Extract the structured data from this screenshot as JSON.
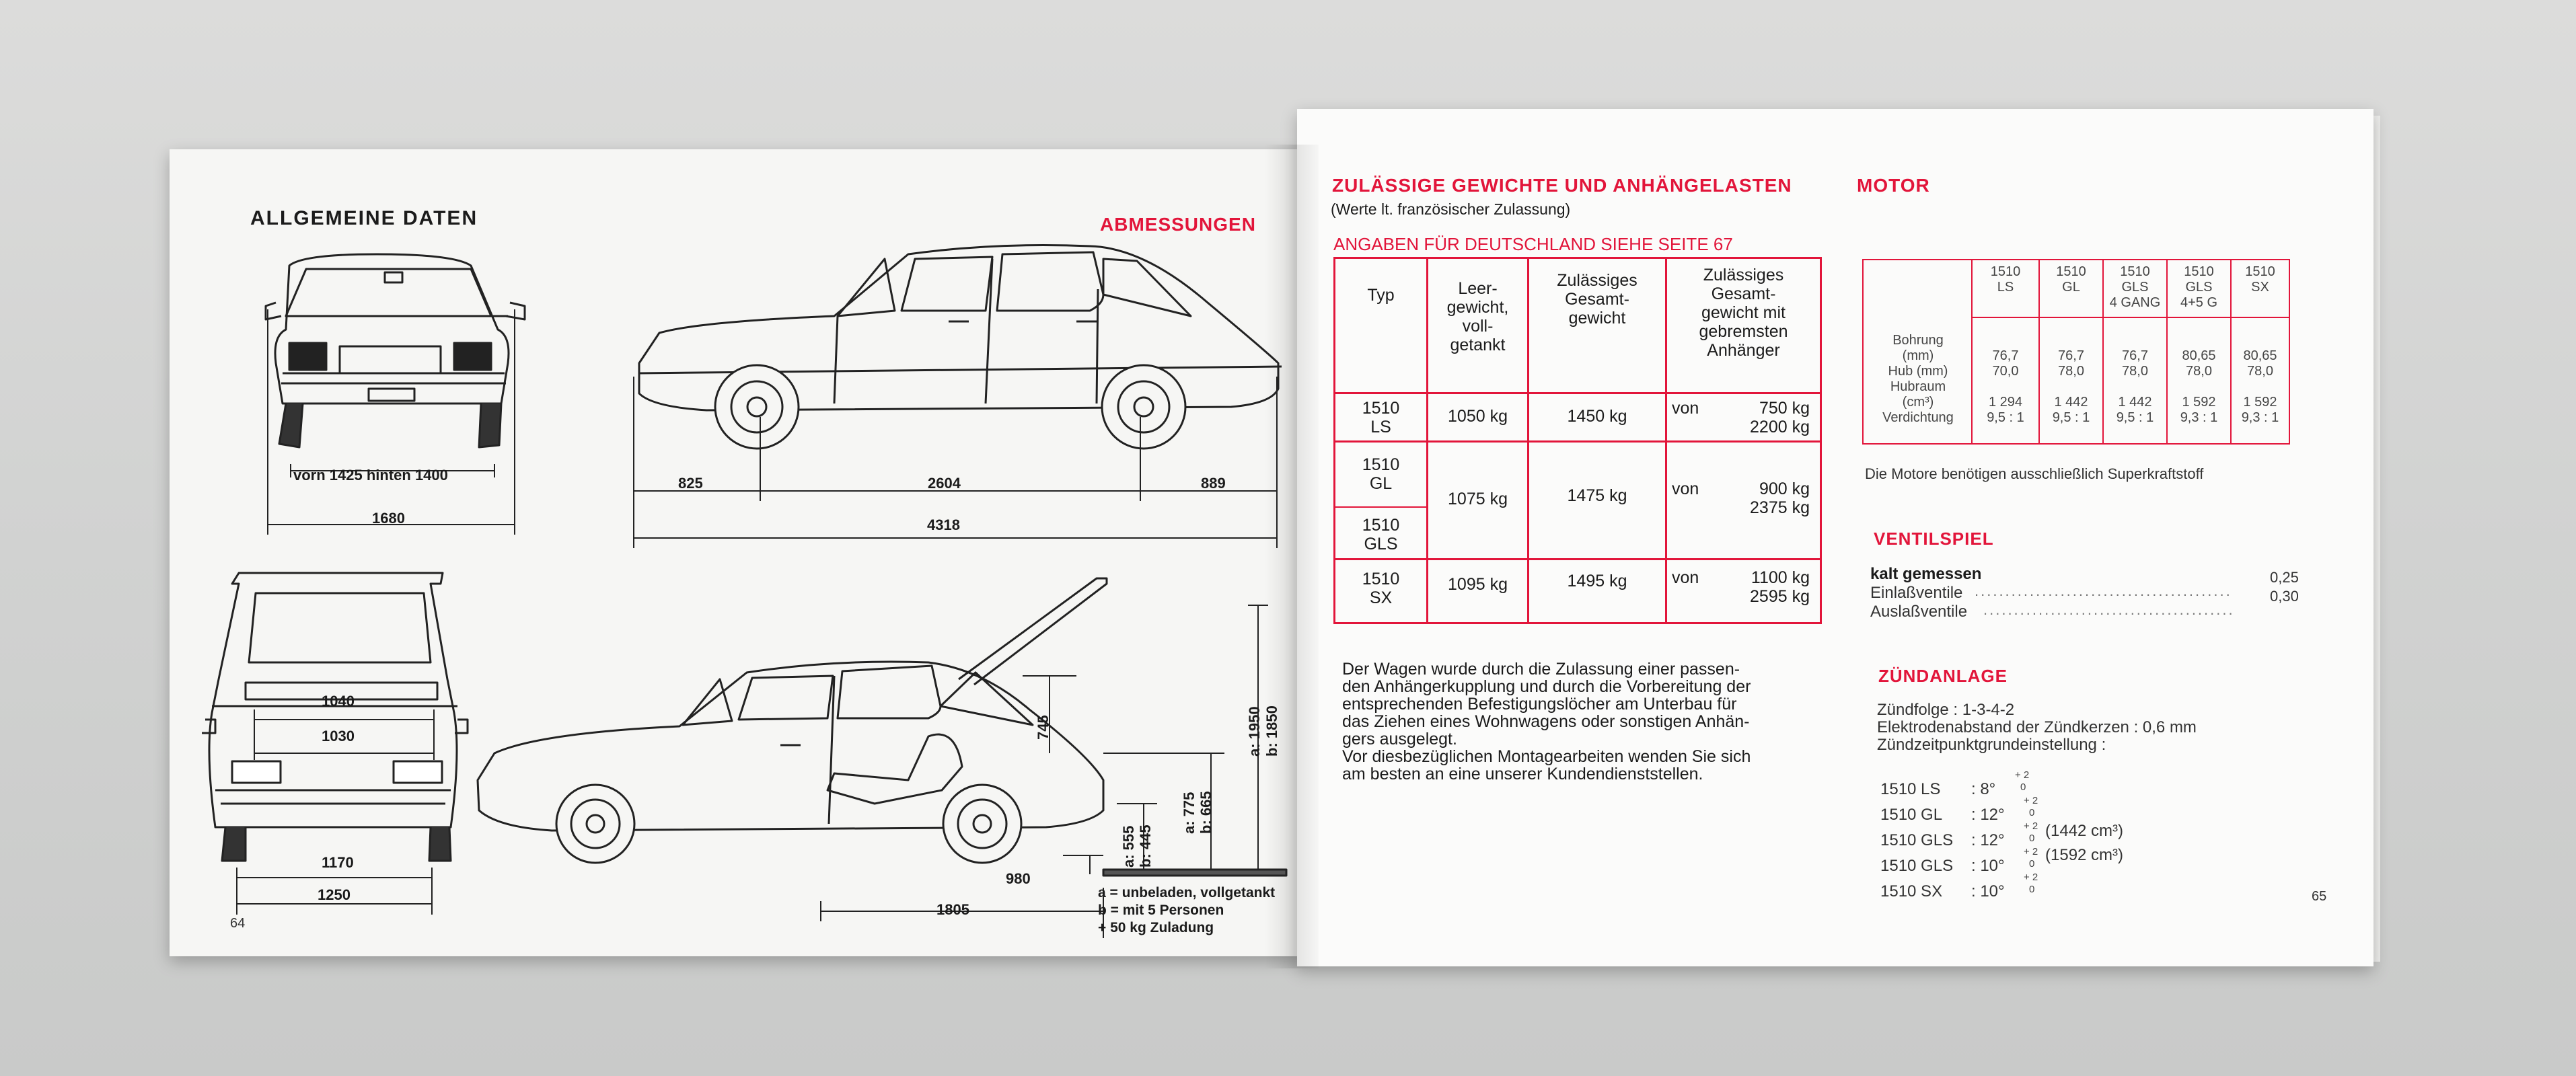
{
  "left_page": {
    "title": "ALLGEMEINE DATEN",
    "section": "ABMESSUNGEN",
    "page_number": "64",
    "front_view": {
      "track_label": "vorn 1425 hinten 1400",
      "width": "1680"
    },
    "side_view": {
      "front_overhang": "825",
      "wheelbase": "2604",
      "rear_overhang": "889",
      "length": "4318"
    },
    "rear_view": {
      "dim_1040": "1040",
      "dim_1030": "1030",
      "dim_1170": "1170",
      "dim_1250": "1250"
    },
    "open_view": {
      "dim_745": "745",
      "dim_a1950": "a: 1950",
      "dim_b1850": "b: 1850",
      "dim_a775": "a: 775",
      "dim_b665": "b: 665",
      "dim_a555": "a: 555",
      "dim_b445": "b: 445",
      "dim_980": "980",
      "dim_1805": "1805"
    },
    "legend": [
      "a = unbeladen, vollgetankt",
      "b = mit 5 Personen",
      "+ 50 kg Zuladung"
    ]
  },
  "right_page": {
    "page_number": "65",
    "weights": {
      "title": "ZULÄSSIGE GEWICHTE UND ANHÄNGELASTEN",
      "subtitle": "(Werte lt. französischer Zulassung)",
      "note": "ANGABEN FÜR DEUTSCHLAND SIEHE SEITE 67",
      "headers": [
        "Typ",
        "Leer-\ngewicht,\nvoll-\ngetankt",
        "Zulässiges\nGesamt-\ngewicht",
        "Zulässiges\nGesamt-\ngewicht mit\ngebremsten\nAnhänger"
      ],
      "rows": [
        {
          "typ": "1510\nLS",
          "leer": "1050 kg",
          "gesamt": "1450 kg",
          "anh_von": "von",
          "anh_values": "750 kg\n2200 kg"
        },
        {
          "typ_a": "1510\nGL",
          "typ_b": "1510\nGLS",
          "leer": "1075 kg",
          "gesamt": "1475 kg",
          "anh_von": "von",
          "anh_values": "900 kg\n2375 kg"
        },
        {
          "typ": "1510\nSX",
          "leer": "1095 kg",
          "gesamt": "1495 kg",
          "anh_von": "von",
          "anh_values": "1100 kg\n2595 kg"
        }
      ],
      "paragraph": "Der Wagen wurde durch die Zulassung einer passen-\nden Anhängerkupplung und durch die Vorbereitung der\nentsprechenden Befestigungslöcher am Unterbau für\ndas Ziehen eines Wohnwagens oder sonstigen Anhän-\ngers ausgelegt.\nVor diesbezüglichen Montagearbeiten wenden Sie sich\nam besten an eine unserer Kundendienststellen."
    },
    "motor": {
      "title": "MOTOR",
      "columns": [
        "1510\nLS",
        "1510\nGL",
        "1510\nGLS\n4 GANG",
        "1510\nGLS\n4+5 G",
        "1510\nSX"
      ],
      "row_labels": "Bohrung\n(mm)\nHub (mm)\nHubraum\n(cm³)\nVerdichtung",
      "values": [
        "\n76,7\n70,0\n\n1 294\n9,5 : 1",
        "\n76,7\n78,0\n\n1 442\n9,5 : 1",
        "\n76,7\n78,0\n\n1 442\n9,5 : 1",
        "\n80,65\n78,0\n\n1 592\n9,3 : 1",
        "\n80,65\n78,0\n\n1 592\n9,3 : 1"
      ],
      "fuel_note": "Die Motore benötigen ausschließlich Superkraftstoff"
    },
    "ventilspiel": {
      "title": "VENTILSPIEL",
      "measured": "kalt gemessen",
      "rows": [
        {
          "label": "Einlaßventile",
          "value": "0,25"
        },
        {
          "label": "Auslaßventile",
          "value": "0,30"
        }
      ]
    },
    "zuendanlage": {
      "title": "ZÜNDANLAGE",
      "lines": [
        "Zündfolge : 1-3-4-2",
        "Elektrodenabstand der Zündkerzen : 0,6 mm",
        "Zündzeitpunktgrundeinstellung :"
      ],
      "timing": [
        {
          "model": "1510 LS",
          "value": ": 8°",
          "note": ""
        },
        {
          "model": "1510 GL",
          "value": ": 12°",
          "note": ""
        },
        {
          "model": "1510 GLS",
          "value": ": 12°",
          "note": "(1442 cm³)"
        },
        {
          "model": "1510 GLS",
          "value": ": 10°",
          "note": "(1592 cm³)"
        },
        {
          "model": "1510 SX",
          "value": ": 10°",
          "note": ""
        }
      ],
      "tolerance_top": "+ 2",
      "tolerance_bottom": "0"
    }
  }
}
